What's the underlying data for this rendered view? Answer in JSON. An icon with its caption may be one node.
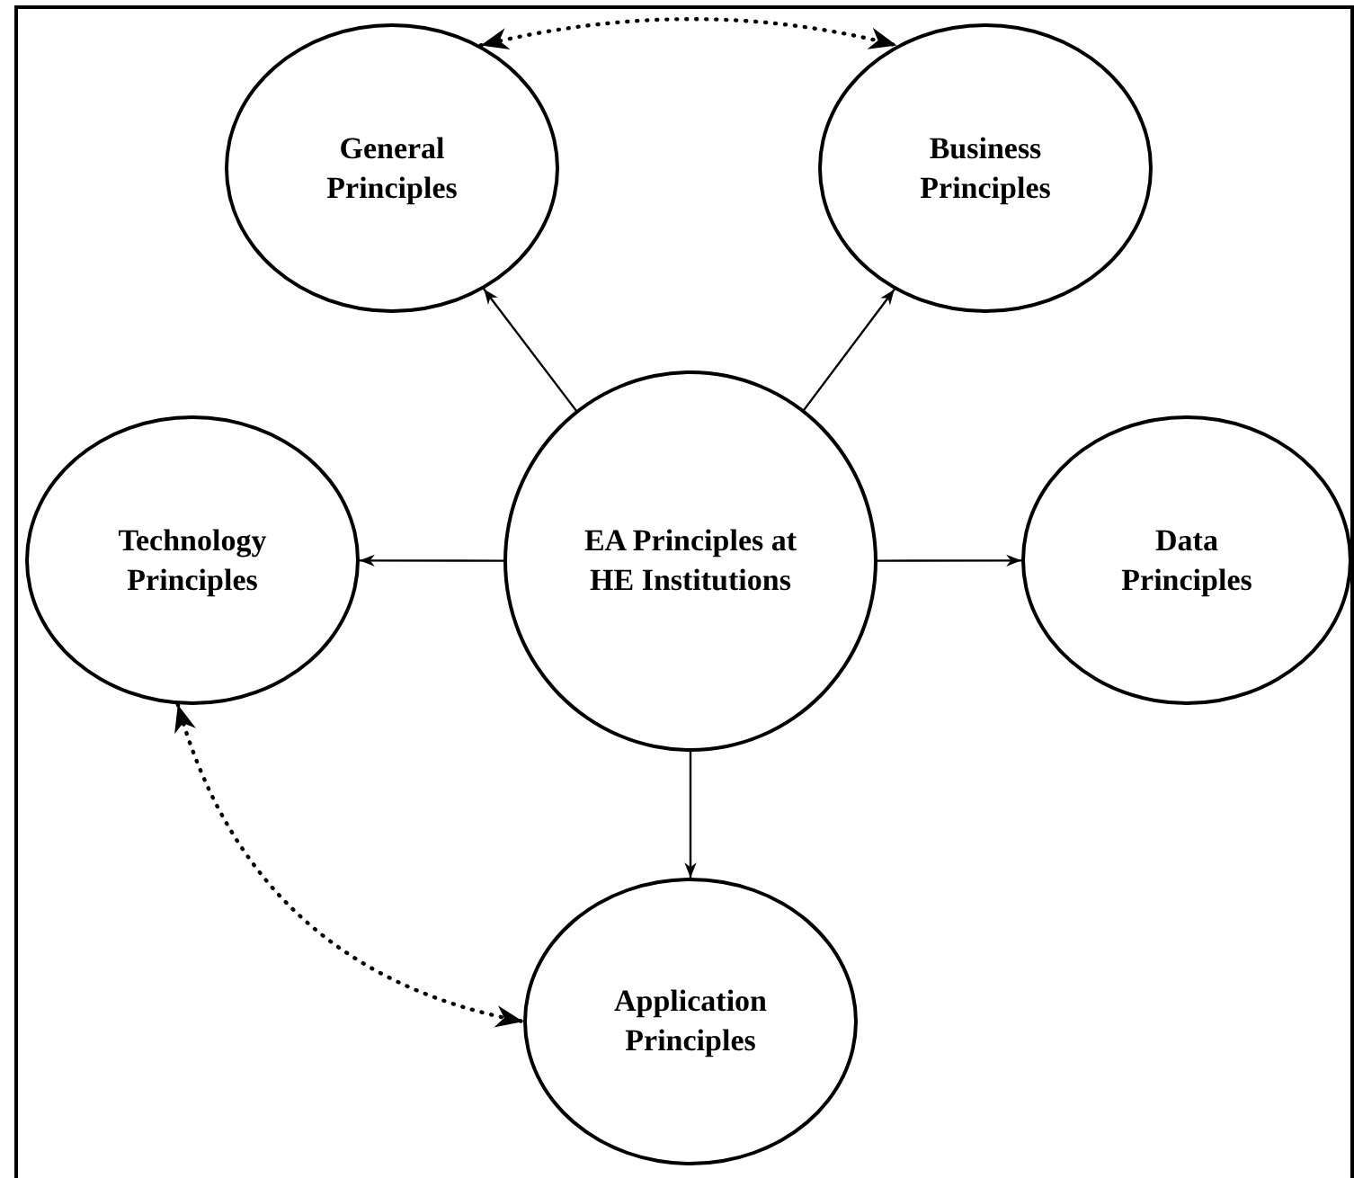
{
  "diagram": {
    "nodes": [
      {
        "text": [
          "EA Principles at HE Institutions"
        ]
      },
      {
        "text": [
          "General Principles"
        ]
      },
      {
        "text": [
          "Business Principles"
        ]
      },
      {
        "text": [
          "Technology Principles"
        ]
      },
      {
        "text": [
          "Data Principles"
        ]
      },
      {
        "text": [
          "Application Principles"
        ]
      }
    ],
    "edges": [
      {
        "from": 0,
        "to": 1,
        "arrow": "to"
      },
      {
        "from": 0,
        "to": 2,
        "arrow": "to"
      },
      {
        "from": 0,
        "to": 3,
        "arrow": "to"
      },
      {
        "from": 0,
        "to": 4,
        "arrow": "to"
      },
      {
        "from": 0,
        "to": 5,
        "arrow": "to"
      },
      {
        "from": 1,
        "to": 2,
        "arrow": "both",
        "style": "dashed"
      },
      {
        "from": 3,
        "to": 5,
        "arrow": "both",
        "style": "dashed"
      }
    ]
  }
}
